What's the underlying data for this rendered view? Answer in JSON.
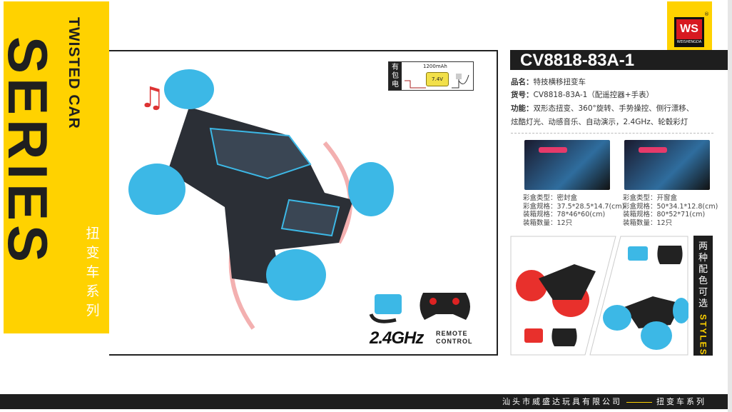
{
  "banner": {
    "title": "SERIES",
    "subtitle": "TWISTED CAR",
    "cn_title": "扭变车系列"
  },
  "battery": {
    "label": "有包电",
    "capacity": "1200mAh",
    "voltage": "7.4V"
  },
  "hero": {
    "frequency": "2.4GHz",
    "remote_label_1": "REMOTE",
    "remote_label_2": "CONTROL"
  },
  "logo": {
    "brand": "WEISHENGDA",
    "mark": "WS",
    "reg": "®"
  },
  "product": {
    "model": "CV8818-83A-1",
    "name_label": "品名：",
    "name": "特技横移扭变车",
    "item_label": "货号：",
    "item": "CV8818-83A-1（配遥控器+手表）",
    "func_label": "功能：",
    "func_1": "双形态扭变、360°旋转、手势操控、侧行漂移、",
    "func_2": "炫酷灯光、动感音乐、自动演示，2.4GHz、轮毂彩灯"
  },
  "packages": [
    {
      "type": "彩盒类型：密封盒",
      "box": "彩盒规格：37.5*28.5*14.7(cm)",
      "carton": "装箱规格：78*46*60(cm)",
      "qty": "装箱数量：12只"
    },
    {
      "type": "彩盒类型：开窗盒",
      "box": "彩盒规格：50*34.1*12.8(cm)",
      "carton": "装箱规格：80*52*71(cm)",
      "qty": "装箱数量：12只"
    }
  ],
  "styles": {
    "cn": "两种配色可选",
    "en": "STYLES",
    "colors": [
      "#e8302c",
      "#3cb8e6"
    ]
  },
  "footer": {
    "company": "汕头市威盛达玩具有限公司",
    "series": "扭变车系列"
  }
}
